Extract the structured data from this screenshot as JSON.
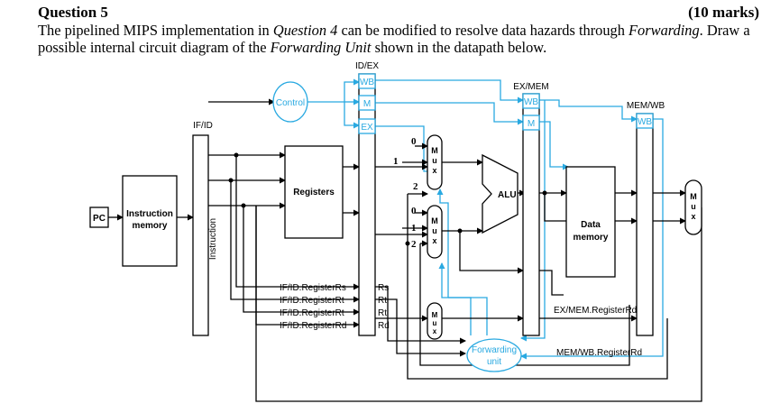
{
  "question": {
    "title": "Question 5",
    "marks": "(10 marks)",
    "text_1": "The pipelined MIPS implementation in ",
    "text_ref": "Question 4",
    "text_2": " can be modified to resolve data hazards through ",
    "text_forwarding": "Forwarding",
    "text_3": ". Draw a possible internal circuit diagram of the ",
    "text_unit": "Forwarding Unit",
    "text_4": " shown in the datapath below."
  },
  "diagram": {
    "pipeline_registers": {
      "id_ex": "ID/EX",
      "ex_mem": "EX/MEM",
      "mem_wb": "MEM/WB",
      "if_id": "IF/ID"
    },
    "control_fields": {
      "wb": "WB",
      "m": "M",
      "ex": "EX"
    },
    "blocks": {
      "pc": "PC",
      "instruction_memory": [
        "Instruction",
        "memory"
      ],
      "instruction": "Instruction",
      "control": "Control",
      "registers": "Registers",
      "alu": "ALU",
      "data_memory": [
        "Data",
        "memory"
      ],
      "forwarding_unit": [
        "Forwarding",
        "unit"
      ]
    },
    "mux_letters": [
      "M",
      "u",
      "x"
    ],
    "mux_inputs": {
      "zero": "0",
      "one": "1",
      "two": "2"
    },
    "register_fields": {
      "left": [
        "IF/ID.RegisterRs",
        "IF/ID.RegisterRt",
        "IF/ID.RegisterRt",
        "IF/ID.RegisterRd"
      ],
      "right": [
        "Rs",
        "Rt",
        "Rt",
        "Rd"
      ]
    },
    "signals": {
      "exmem_rd": "EX/MEM.RegisterRd",
      "memwb_rd": "MEM/WB.RegisterRd"
    },
    "colors": {
      "control_path": "#29a9e1",
      "datapath": "#000000",
      "block_fill": "#ffffff"
    }
  }
}
